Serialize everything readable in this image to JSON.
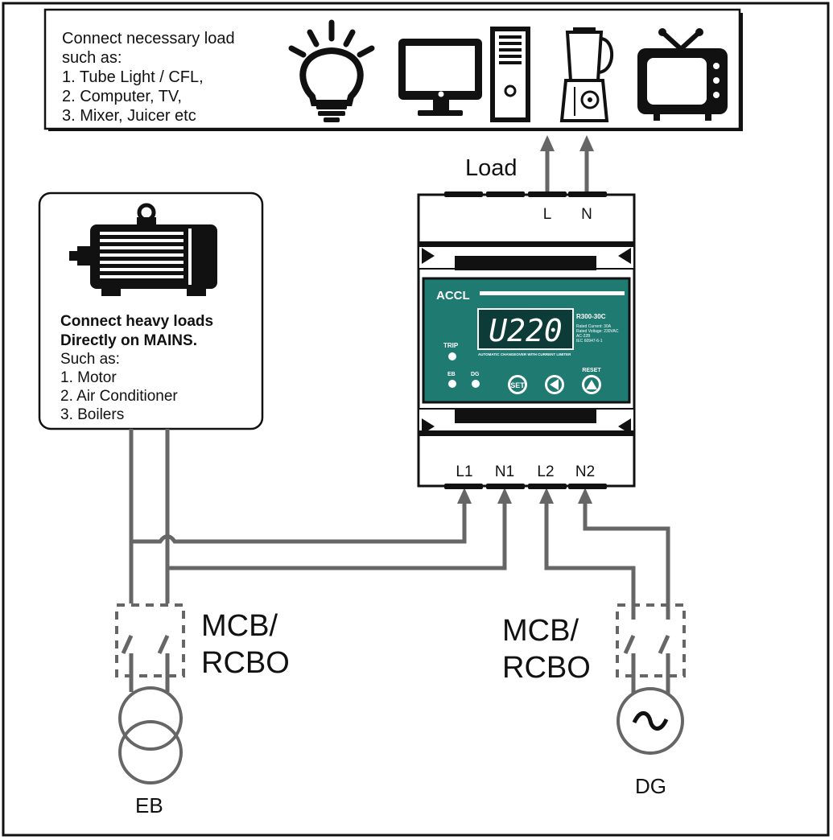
{
  "load_panel": {
    "lines": [
      "Connect necessary load",
      "such as:",
      "1. Tube Light / CFL,",
      "2. Computer, TV,",
      "3. Mixer, Juicer etc"
    ]
  },
  "heavy_panel": {
    "bold_lines": [
      "Connect heavy loads",
      "Directly on MAINS."
    ],
    "lines": [
      "Such as:",
      "1. Motor",
      "2. Air Conditioner",
      "3. Boilers"
    ]
  },
  "device": {
    "brand": "ACCL",
    "display": "U220",
    "model": "R300-30C",
    "specs": [
      "Rated Current: 30A",
      "Rated Voltage: 230VAC",
      "AC-22B",
      "IEC 60947-6-1"
    ],
    "tagline": "AUTOMATIC CHANGEOVER WITH CURRENT LIMITER",
    "trip_label": "TRIP",
    "eb_label": "EB",
    "dg_label": "DG",
    "set_label": "SET",
    "reset_label": "RESET",
    "top_terminals": [
      "L",
      "N"
    ],
    "bottom_terminals": [
      "L1",
      "N1",
      "L2",
      "N2"
    ],
    "panel_color": "#1f7a72"
  },
  "labels": {
    "load": "Load",
    "mcb_left": [
      "MCB/",
      "RCBO"
    ],
    "mcb_right": [
      "MCB/",
      "RCBO"
    ],
    "eb": "EB",
    "dg": "DG"
  },
  "colors": {
    "wire": "#666666",
    "outline": "#111111"
  }
}
